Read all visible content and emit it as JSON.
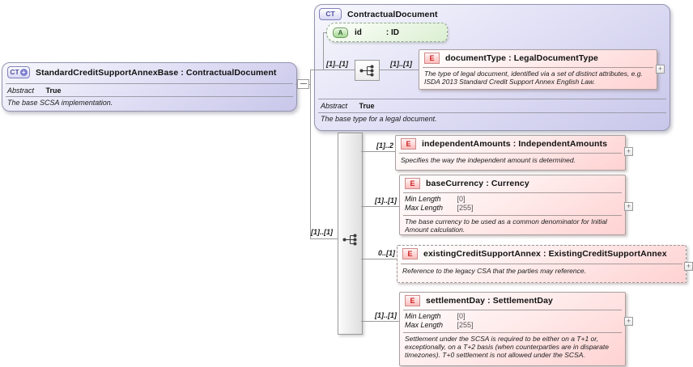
{
  "diagram": {
    "root": {
      "icon_text": "CT",
      "icon_plus": "+",
      "title": "StandardCreditSupportAnnexBase : ContractualDocument",
      "abstract_label": "Abstract",
      "abstract_value": "True",
      "description": "The base SCSA implementation."
    },
    "base": {
      "icon_text": "CT",
      "title": "ContractualDocument",
      "attribute": {
        "icon_text": "A",
        "name": "id",
        "type": ": ID"
      },
      "mult_outer": "[1]..[1]",
      "mult_inner": "[1]..[1]",
      "element": {
        "icon_text": "E",
        "title": "documentType : LegalDocumentType",
        "description": "The type of legal document, identified via a set of distinct attributes, e.g. ISDA 2013 Standard Credit Support Annex English Law.",
        "expand": "+"
      },
      "abstract_label": "Abstract",
      "abstract_value": "True",
      "description": "The base type for a legal document."
    },
    "sequence": {
      "mult": "[1]..[1]"
    },
    "children": [
      {
        "icon_text": "E",
        "mult": "[1]..2",
        "title": "independentAmounts : IndependentAmounts",
        "description": "Specifies the way the independent amount is determined.",
        "expand": "+"
      },
      {
        "icon_text": "E",
        "mult": "[1]..[1]",
        "title": "baseCurrency : Currency",
        "facets": [
          {
            "label": "Min Length",
            "value": "[0]"
          },
          {
            "label": "Max Length",
            "value": "[255]"
          }
        ],
        "description": "The base currency to be used as a common denominator for Initial Amount calculation.",
        "expand": "+"
      },
      {
        "icon_text": "E",
        "mult": "0..[1]",
        "title": "existingCreditSupportAnnex : ExistingCreditSupportAnnex",
        "description": "Reference to the legacy CSA that the parties may reference.",
        "expand": "+"
      },
      {
        "icon_text": "E",
        "mult": "[1]..[1]",
        "title": "settlementDay : SettlementDay",
        "facets": [
          {
            "label": "Min Length",
            "value": "[0]"
          },
          {
            "label": "Max Length",
            "value": "[255]"
          }
        ],
        "description": "Settlement under the SCSA is required to be either on a T+1 or, exceptionally, on a T+2 basis (when counterparties are in disparate timezones). T+0 settlement is not allowed under the SCSA.",
        "expand": "+"
      }
    ],
    "colors": {
      "complex_type_fill": "#c8c7ea",
      "element_fill": "#ffd2d2",
      "attribute_fill": "#dbefd2",
      "element_letter": "#cc2222",
      "line": "#9a9a9a"
    }
  }
}
